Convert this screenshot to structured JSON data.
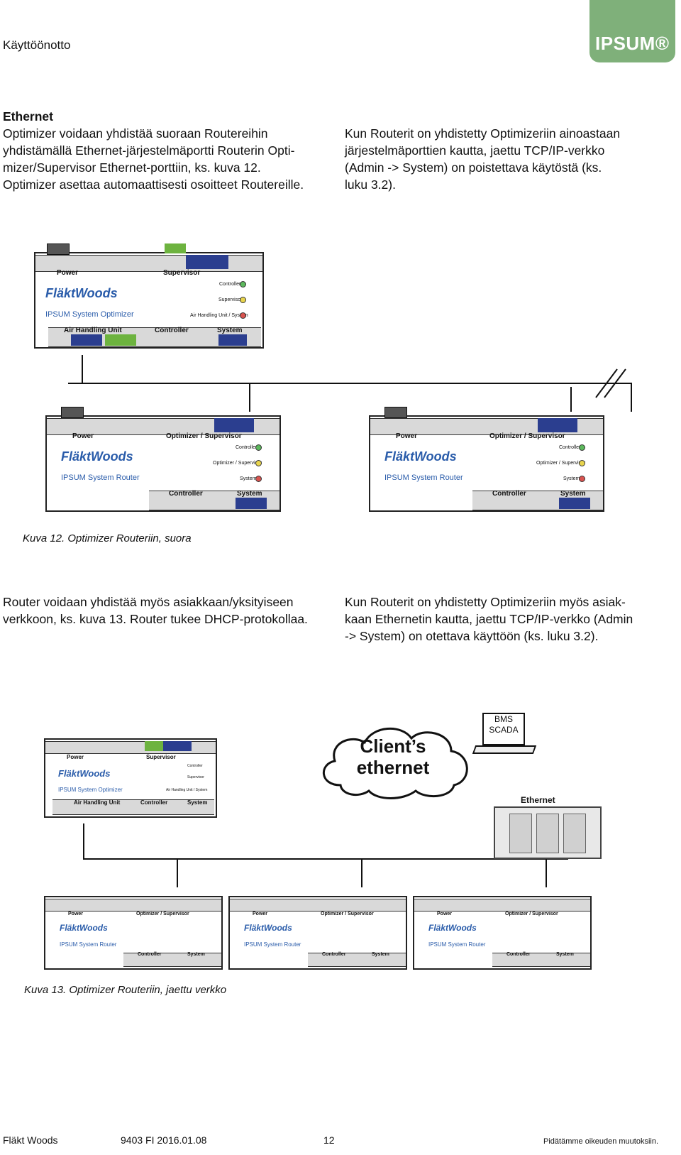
{
  "header": {
    "title": "Käyttöönotto",
    "logo_text": "IPSUM®"
  },
  "section1": {
    "heading": "Ethernet",
    "left_text": [
      "Optimizer voidaan yhdistää suoraan Routereihin",
      "yhdistämällä Ethernet-järjestelmäportti Routerin Opti-",
      "mizer/Supervisor Ethernet-porttiin, ks. kuva 12.",
      "Optimizer asettaa automaattisesti osoitteet Routereille."
    ],
    "right_text": [
      "Kun Routerit on yhdistetty Optimizeriin ainoastaan",
      "järjestelmäporttien kautta, jaettu TCP/IP-verkko",
      "(Admin -> System) on poistettava käytöstä (ks.",
      "luku 3.2)."
    ]
  },
  "figure12": {
    "caption": "Kuva 12. Optimizer Routeriin, suora",
    "optimizer": {
      "brand": "FläktWoods",
      "product": "IPSUM System Optimizer",
      "top_labels": [
        "Power",
        "Supervisor"
      ],
      "bottom_labels": [
        "Air Handling Unit",
        "Controller",
        "System"
      ],
      "leds": [
        "Controller",
        "Supervisor",
        "Air Handling Unit / System"
      ]
    },
    "router": {
      "brand": "FläktWoods",
      "product": "IPSUM System Router",
      "top_labels": [
        "Power",
        "Optimizer / Supervisor"
      ],
      "bottom_labels": [
        "Controller",
        "System"
      ],
      "leds": [
        "Controller",
        "Optimizer / Supervisor",
        "System"
      ]
    }
  },
  "section2": {
    "left_text": [
      "Router voidaan yhdistää myös asiakkaan/yksityiseen",
      "verkkoon, ks. kuva 13. Router tukee DHCP-protokollaa."
    ],
    "right_text": [
      "Kun Routerit on yhdistetty Optimizeriin myös asiak-",
      "kaan Ethernetin kautta, jaettu TCP/IP-verkko (Admin",
      "-> System) on otettava käyttöön (ks. luku 3.2)."
    ]
  },
  "figure13": {
    "caption": "Kuva 13. Optimizer Routeriin, jaettu verkko",
    "cloud_text": [
      "Client’s",
      "ethernet"
    ],
    "bms_text": [
      "BMS",
      "SCADA"
    ],
    "ethernet_label": "Ethernet"
  },
  "footer": {
    "company": "Fläkt Woods",
    "doc": "9403 FI 2016.01.08",
    "page": "12",
    "note": "Pidätämme oikeuden muutoksiin."
  }
}
